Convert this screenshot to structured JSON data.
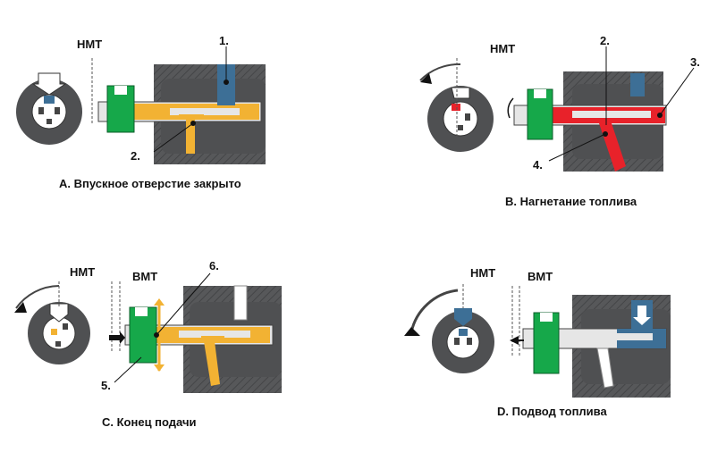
{
  "labels": {
    "nmt": "НМТ",
    "vmt": "ВМТ",
    "n1": "1.",
    "n2": "2.",
    "n3": "3.",
    "n4": "4.",
    "n5": "5.",
    "n6": "6."
  },
  "captions": {
    "a": "A. Впускное отверстие закрыто",
    "b": "B. Нагнетание топлива",
    "c": "C. Конец подачи",
    "d": "D. Подвод топлива"
  },
  "colors": {
    "body_dark": "#4f5052",
    "hatch": "#3d3e40",
    "plunger": "#e6e6e6",
    "fuel_yellow": "#f2b233",
    "fuel_red": "#e8222a",
    "port_blue": "#3d6f96",
    "nut_green": "#16a84a"
  }
}
